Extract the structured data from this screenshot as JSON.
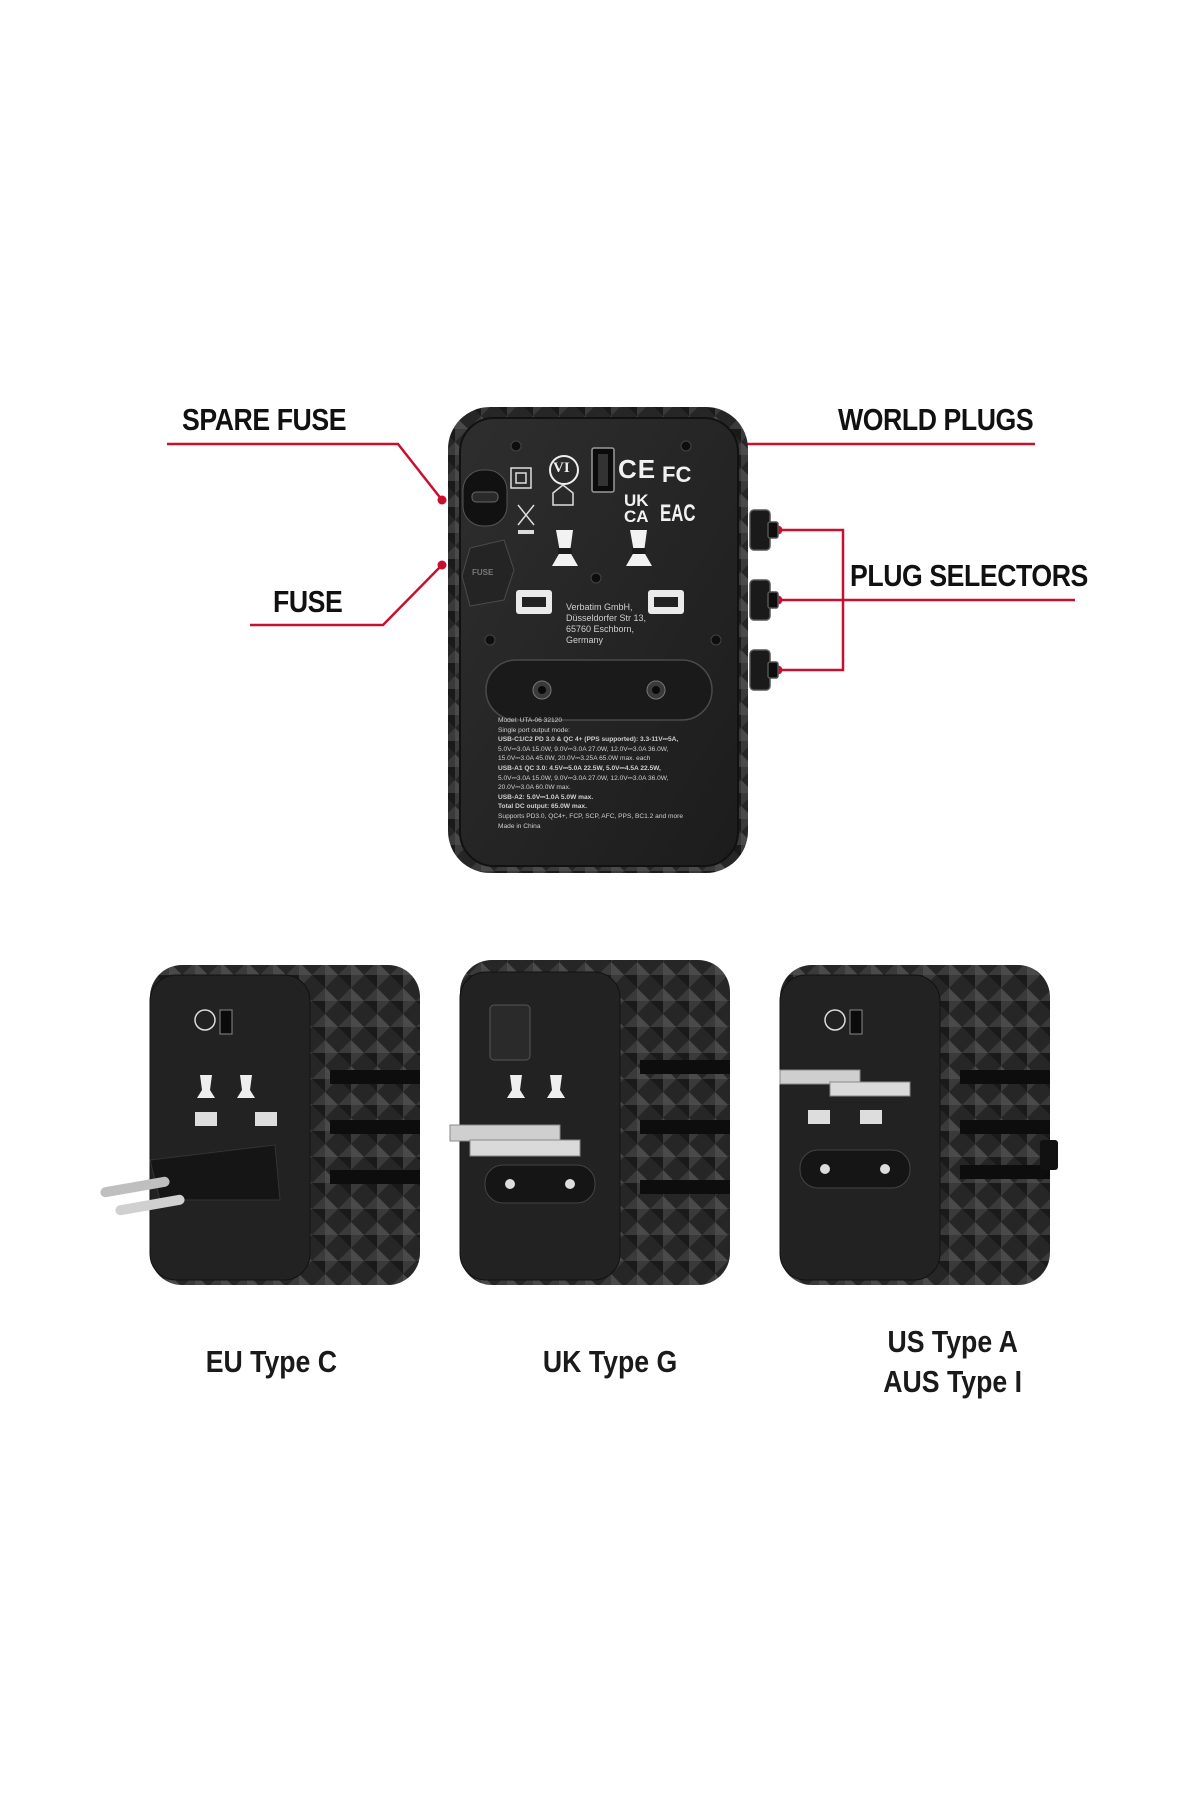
{
  "callouts": {
    "spare_fuse": "SPARE FUSE",
    "fuse": "FUSE",
    "world_plugs": "WORLD PLUGS",
    "plug_selectors": "PLUG SELECTORS"
  },
  "colors": {
    "accent_line": "#c8102e",
    "device_body": "#2b2b2b",
    "device_face": "#1f1f1f"
  },
  "device_markings": {
    "brand_badge": "VI",
    "ce": "CE",
    "fc": "FC",
    "ukca_1": "UK",
    "ukca_2": "CA",
    "eac": "EAC",
    "fuse_cap": "FUSE",
    "address": [
      "Verbatim GmbH,",
      "Düsseldorfer Str 13,",
      "65760 Eschborn,",
      "Germany"
    ],
    "spec_lines": [
      "Model: UTA-06 32120",
      "Single port output mode:",
      "USB-C1/C2 PD 3.0 & QC 4+ (PPS supported): 3.3-11V⎓5A,",
      "5.0V⎓3.0A 15.0W, 9.0V⎓3.0A 27.0W, 12.0V⎓3.0A 36.0W,",
      "15.0V⎓3.0A 45.0W, 20.0V⎓3.25A 65.0W max. each",
      "USB-A1 QC 3.0: 4.5V⎓5.0A 22.5W, 5.0V⎓4.5A 22.5W,",
      "5.0V⎓3.0A 15.0W, 9.0V⎓3.0A 27.0W, 12.0V⎓3.0A 36.0W,",
      "20.0V⎓3.0A 60.0W max.",
      "USB-A2: 5.0V⎓1.0A 5.0W max.",
      "Total DC output: 65.0W max.",
      "Supports PD3.0, QC4+, FCP, SCP, AFC, PPS, BC1.2 and more",
      "Made in China"
    ]
  },
  "variants": [
    {
      "caption": "EU Type C"
    },
    {
      "caption": "UK Type G"
    },
    {
      "caption": "US Type A\nAUS Type I"
    }
  ]
}
